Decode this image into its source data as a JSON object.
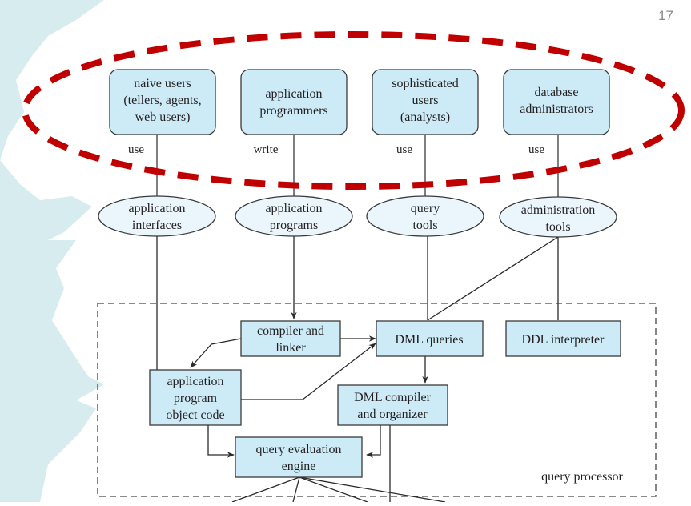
{
  "slide": {
    "page_number": "17",
    "colors": {
      "box_fill": "#cdebf7",
      "ellipse_fill": "#eaf6fb",
      "stroke": "#3a3a3a",
      "highlight": "#c00000",
      "background_watermark": "#d6ecee"
    }
  },
  "users": [
    {
      "id": "naive",
      "lines": [
        "naive users",
        "(tellers, agents,",
        "web users)"
      ],
      "edge_label": "use"
    },
    {
      "id": "programmers",
      "lines": [
        "application",
        "programmers"
      ],
      "edge_label": "write"
    },
    {
      "id": "sophisticated",
      "lines": [
        "sophisticated",
        "users",
        "(analysts)"
      ],
      "edge_label": "use"
    },
    {
      "id": "dba",
      "lines": [
        "database",
        "administrators"
      ],
      "edge_label": "use"
    }
  ],
  "tools": [
    {
      "id": "app-interfaces",
      "lines": [
        "application",
        "interfaces"
      ]
    },
    {
      "id": "app-programs",
      "lines": [
        "application",
        "programs"
      ]
    },
    {
      "id": "query-tools",
      "lines": [
        "query",
        "tools"
      ]
    },
    {
      "id": "admin-tools",
      "lines": [
        "administration",
        "tools"
      ]
    }
  ],
  "processor": {
    "label": "query processor",
    "components": {
      "compiler_linker": [
        "compiler and",
        "linker"
      ],
      "dml_queries": [
        "DML queries"
      ],
      "ddl_interpreter": [
        "DDL interpreter"
      ],
      "app_object_code": [
        "application",
        "program",
        "object code"
      ],
      "dml_compiler": [
        "DML compiler",
        "and organizer"
      ],
      "query_engine": [
        "query evaluation",
        "engine"
      ]
    }
  }
}
